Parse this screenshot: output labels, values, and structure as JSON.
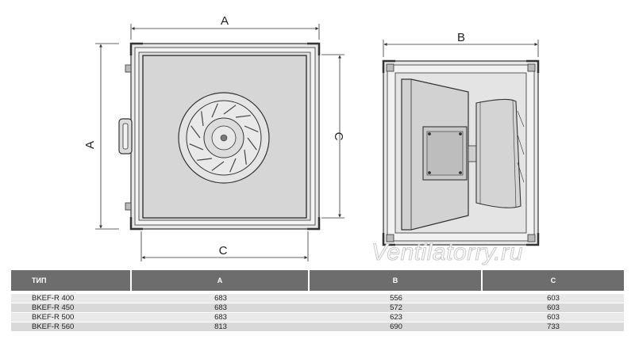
{
  "drawing": {
    "dimension_labels": {
      "front_width": "A",
      "front_height": "A",
      "front_bottom": "C",
      "front_right": "C",
      "side_width": "B"
    }
  },
  "watermark": "Ventilatorry.ru",
  "table": {
    "headers": [
      "ТИП",
      "A",
      "B",
      "C"
    ],
    "rows": [
      [
        "BKEF-R 400",
        "683",
        "556",
        "603"
      ],
      [
        "BKEF-R 450",
        "683",
        "572",
        "603"
      ],
      [
        "BKEF-R 500",
        "683",
        "623",
        "603"
      ],
      [
        "BKEF-R 560",
        "813",
        "690",
        "733"
      ]
    ]
  }
}
